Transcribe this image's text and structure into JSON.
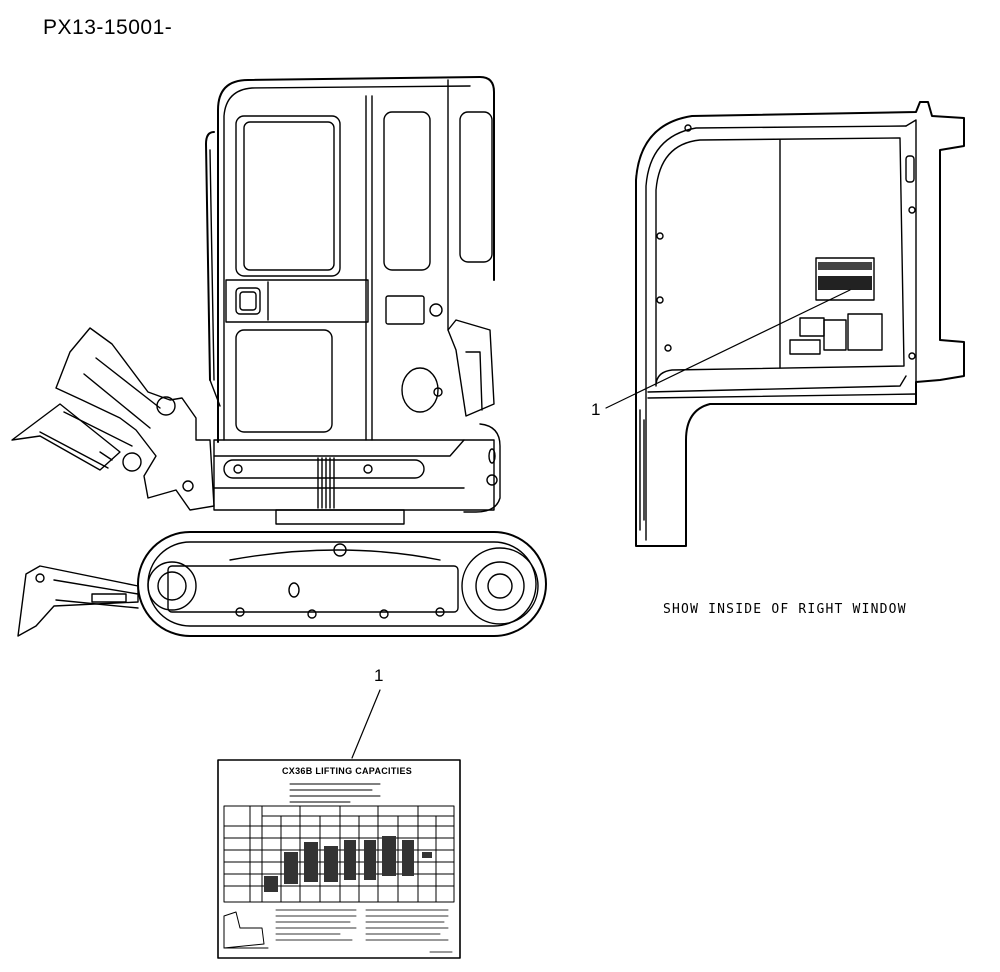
{
  "document": {
    "part_code": "PX13-15001-",
    "caption": "SHOW INSIDE OF RIGHT WINDOW",
    "callouts": [
      "1",
      "1"
    ],
    "label_title": "CX36B LIFTING CAPACITIES"
  }
}
